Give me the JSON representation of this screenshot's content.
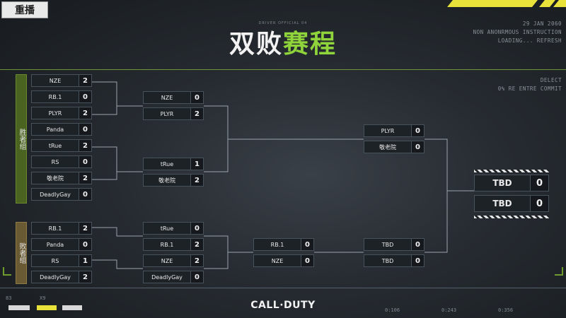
{
  "header": {
    "replay_label": "重播",
    "title_white": "双败",
    "title_green": "赛程",
    "title_tag": "DRIVER OFFICIAL 04",
    "info_lines": [
      "29 JAN 2060",
      "NON ANONRMOUS INSTRUCTION",
      "LOADING... REFRESH"
    ],
    "info_lines_2": [
      "DELECT",
      "0% RE ENTRE COMMIT"
    ]
  },
  "groups": {
    "winners": "胜者组",
    "losers": "败者组"
  },
  "bracket": {
    "m1": [
      {
        "name": "NZE",
        "score": "2"
      },
      {
        "name": "RB.1",
        "score": "0"
      }
    ],
    "m2": [
      {
        "name": "PLYR",
        "score": "2"
      },
      {
        "name": "Panda",
        "score": "0"
      }
    ],
    "m3": [
      {
        "name": "tRue",
        "score": "2"
      },
      {
        "name": "RS",
        "score": "0"
      }
    ],
    "m4": [
      {
        "name": "敬老院",
        "score": "2"
      },
      {
        "name": "DeadlyGay",
        "score": "0"
      }
    ],
    "m5": [
      {
        "name": "NZE",
        "score": "0"
      },
      {
        "name": "PLYR",
        "score": "2"
      }
    ],
    "m6": [
      {
        "name": "tRue",
        "score": "1"
      },
      {
        "name": "敬老院",
        "score": "2"
      }
    ],
    "m7": [
      {
        "name": "PLYR",
        "score": "0"
      },
      {
        "name": "敬老院",
        "score": "0"
      }
    ],
    "l1": [
      {
        "name": "RB.1",
        "score": "2"
      },
      {
        "name": "Panda",
        "score": "0"
      }
    ],
    "l2": [
      {
        "name": "RS",
        "score": "1"
      },
      {
        "name": "DeadlyGay",
        "score": "2"
      }
    ],
    "l3": [
      {
        "name": "tRue",
        "score": "0"
      },
      {
        "name": "RB.1",
        "score": "2"
      }
    ],
    "l4": [
      {
        "name": "NZE",
        "score": "2"
      },
      {
        "name": "DeadlyGay",
        "score": "0"
      }
    ],
    "l5": [
      {
        "name": "RB.1",
        "score": "0"
      },
      {
        "name": "NZE",
        "score": "0"
      }
    ],
    "l6": [
      {
        "name": "TBD",
        "score": "0"
      },
      {
        "name": "TBD",
        "score": "0"
      }
    ],
    "final": [
      {
        "name": "TBD",
        "score": "0"
      },
      {
        "name": "TBD",
        "score": "0"
      }
    ]
  },
  "footer": {
    "logo": "CALL·DUTY",
    "left_code_1": "83",
    "left_code_2": "X9",
    "readouts": [
      "0:106",
      "0:243",
      "0:356"
    ]
  },
  "colors": {
    "accent_green": "#8fd43a",
    "stripe_yellow": "#e8e23a"
  }
}
